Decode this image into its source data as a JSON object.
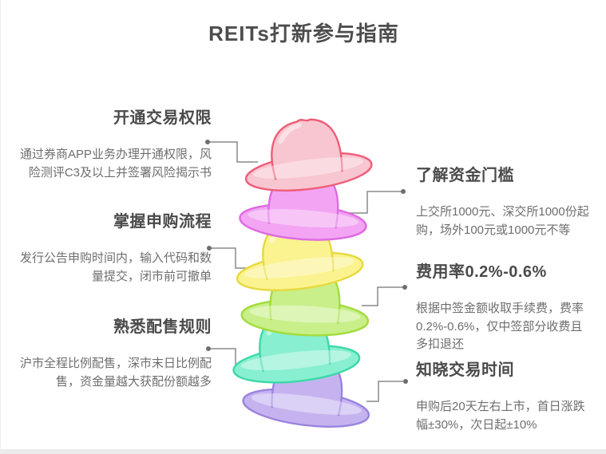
{
  "title": "REITs打新参与指南",
  "left_items": [
    {
      "heading": "开通交易权限",
      "body": "通过券商APP业务办理开通权限，风险测评C3及以上并签署风险揭示书"
    },
    {
      "heading": "掌握申购流程",
      "body": "发行公告申购时间内，输入代码和数量提交，闭市前可撤单"
    },
    {
      "heading": "熟悉配售规则",
      "body": "沪市全程比例配售，深市末日比例配售，资金量越大获配份额越多"
    }
  ],
  "right_items": [
    {
      "heading": "了解资金门槛",
      "body": "上交所1000元、深交所1000份起购，场外100元或1000元不等"
    },
    {
      "heading": "费用率0.2%-0.6%",
      "body": "根据中签金额收取手续费，费率0.2%-0.6%，仅中签部分收费且多扣退还"
    },
    {
      "heading": "知晓交易时间",
      "body": "申购后20天左右上市，首日涨跌幅±30%，次日起±10%"
    }
  ],
  "hats": [
    {
      "name": "pink",
      "fill": "#f8c6d0",
      "stroke": "#ee5d78"
    },
    {
      "name": "magenta",
      "fill": "#f3a4f3",
      "stroke": "#dd6ae2"
    },
    {
      "name": "yellow",
      "fill": "#faf38f",
      "stroke": "#e7d93f"
    },
    {
      "name": "green",
      "fill": "#c8ef89",
      "stroke": "#a2dd3c"
    },
    {
      "name": "teal",
      "fill": "#88efd1",
      "stroke": "#3cd9a7"
    },
    {
      "name": "purple",
      "fill": "#c5b3f0",
      "stroke": "#9a83de"
    }
  ],
  "colors": {
    "title_text": "#4d4d4d",
    "heading_text": "#4a4a4a",
    "body_text": "#6e6e6e",
    "connector": "#8a8a8a",
    "bottom_bar": "#ebebeb",
    "background": "#ffffff"
  }
}
